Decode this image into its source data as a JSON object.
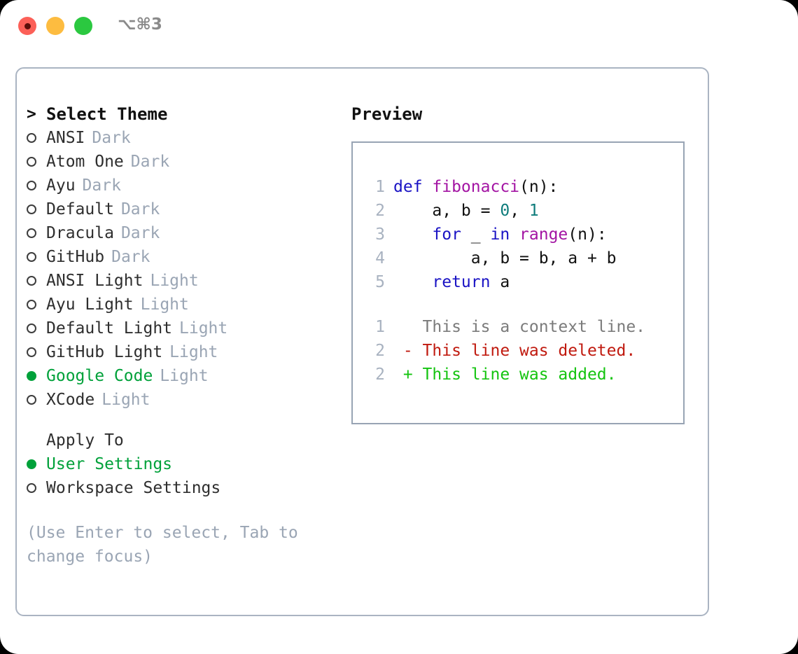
{
  "titlebar": {
    "shortcut": "⌥⌘3",
    "buttons": [
      "close",
      "minimize",
      "maximize"
    ]
  },
  "left": {
    "heading": {
      "caret": ">",
      "text": "Select Theme"
    },
    "themes": [
      {
        "marker": "hollow",
        "name": "ANSI",
        "variant": "Dark",
        "selected": false
      },
      {
        "marker": "hollow",
        "name": "Atom One",
        "variant": "Dark",
        "selected": false
      },
      {
        "marker": "hollow",
        "name": "Ayu",
        "variant": "Dark",
        "selected": false
      },
      {
        "marker": "hollow",
        "name": "Default",
        "variant": "Dark",
        "selected": false
      },
      {
        "marker": "hollow",
        "name": "Dracula",
        "variant": "Dark",
        "selected": false
      },
      {
        "marker": "hollow",
        "name": "GitHub",
        "variant": "Dark",
        "selected": false
      },
      {
        "marker": "hollow",
        "name": "ANSI Light",
        "variant": "Light",
        "selected": false
      },
      {
        "marker": "hollow",
        "name": "Ayu Light",
        "variant": "Light",
        "selected": false
      },
      {
        "marker": "hollow",
        "name": "Default Light",
        "variant": "Light",
        "selected": false
      },
      {
        "marker": "hollow",
        "name": "GitHub Light",
        "variant": "Light",
        "selected": false
      },
      {
        "marker": "filled",
        "name": "Google Code",
        "variant": "Light",
        "selected": true
      },
      {
        "marker": "hollow",
        "name": "XCode",
        "variant": "Light",
        "selected": false
      }
    ],
    "apply_to": {
      "heading": "Apply To",
      "options": [
        {
          "marker": "filled",
          "name": "User Settings",
          "selected": true
        },
        {
          "marker": "hollow",
          "name": "Workspace Settings",
          "selected": false
        }
      ]
    },
    "hint": "(Use Enter to select, Tab to change focus)"
  },
  "right": {
    "title": "Preview",
    "code": {
      "lines": [
        {
          "no": "1",
          "tokens": [
            {
              "t": "def ",
              "c": "tok-kw"
            },
            {
              "t": "fibonacci",
              "c": "tok-fn"
            },
            {
              "t": "(n):",
              "c": "tok-pl"
            }
          ]
        },
        {
          "no": "2",
          "tokens": [
            {
              "t": "    a, b = ",
              "c": "tok-pl"
            },
            {
              "t": "0",
              "c": "tok-num"
            },
            {
              "t": ", ",
              "c": "tok-pl"
            },
            {
              "t": "1",
              "c": "tok-num"
            }
          ]
        },
        {
          "no": "3",
          "tokens": [
            {
              "t": "    ",
              "c": "tok-pl"
            },
            {
              "t": "for",
              "c": "tok-kw"
            },
            {
              "t": " _ ",
              "c": "tok-pl"
            },
            {
              "t": "in",
              "c": "tok-kw"
            },
            {
              "t": " ",
              "c": "tok-pl"
            },
            {
              "t": "range",
              "c": "tok-fn"
            },
            {
              "t": "(n):",
              "c": "tok-pl"
            }
          ]
        },
        {
          "no": "4",
          "tokens": [
            {
              "t": "        a, b = b, a + b",
              "c": "tok-pl"
            }
          ]
        },
        {
          "no": "5",
          "tokens": [
            {
              "t": "    ",
              "c": "tok-pl"
            },
            {
              "t": "return",
              "c": "tok-kw"
            },
            {
              "t": " a",
              "c": "tok-pl"
            }
          ]
        }
      ],
      "diff": [
        {
          "no": "1",
          "sign": " ",
          "text": " This is a context line.",
          "kind": "diff-ctx"
        },
        {
          "no": "2",
          "sign": "-",
          "text": " This line was deleted.",
          "kind": "diff-del"
        },
        {
          "no": "2",
          "sign": "+",
          "text": " This line was added.",
          "kind": "diff-add"
        }
      ]
    }
  },
  "colors": {
    "accent_green": "#00a13a",
    "muted": "#9aa5b4",
    "border": "#aab4c2",
    "keyword": "#1a13c4",
    "function": "#a314a3",
    "number": "#0e7c7b",
    "diff_add": "#14c410",
    "diff_del": "#c01a0f"
  }
}
